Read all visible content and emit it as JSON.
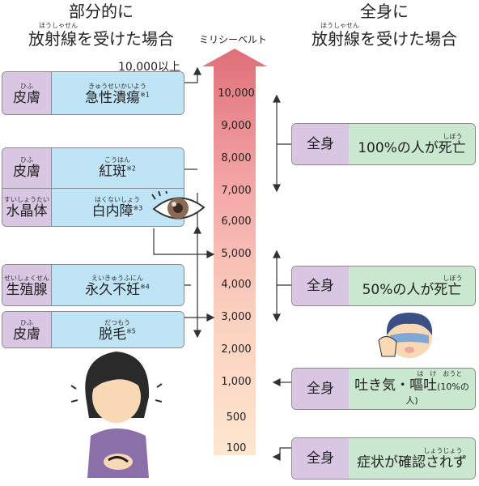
{
  "headings": {
    "left": {
      "ruby": "ほうしゃせん",
      "line1": "部分的に",
      "line2": "放射線を受けた場合"
    },
    "right": {
      "ruby": "ほうしゃせん",
      "line1": "全身に",
      "line2": "放射線を受けた場合"
    }
  },
  "unit_label": "ミリシーベルト",
  "top_label": "10,000以上",
  "scale": {
    "ticks": [
      "10,000",
      "9,000",
      "8,000",
      "7,000",
      "6,000",
      "5,000",
      "4,000",
      "3,000",
      "2,000",
      "1,000",
      "500",
      "100"
    ],
    "colors": {
      "top": "#e06f78",
      "bottom": "#fde6cf"
    }
  },
  "partial": [
    {
      "label": "皮膚",
      "label_ruby": "ひふ",
      "text": "急性潰瘍",
      "text_ruby": "きゅうせいかいよう",
      "note": "※1"
    },
    {
      "label": "皮膚",
      "label_ruby": "ひふ",
      "text": "紅斑",
      "text_ruby": "こうはん",
      "note": "※2"
    },
    {
      "label": "水晶体",
      "label_ruby": "すいしょうたい",
      "text": "白内障",
      "text_ruby": "はくないしょう",
      "note": "※3"
    },
    {
      "label": "生殖腺",
      "label_ruby": "せいしょくせん",
      "text": "永久不妊",
      "text_ruby": "えいきゅうふにん",
      "note": "※4"
    },
    {
      "label": "皮膚",
      "label_ruby": "ひふ",
      "text": "脱毛",
      "text_ruby": "だつもう",
      "note": "※5"
    }
  ],
  "whole": [
    {
      "label": "全身",
      "text": "100%の人が死亡",
      "text_ruby": "しぼう"
    },
    {
      "label": "全身",
      "text": "50%の人が死亡",
      "text_ruby": "しぼう"
    },
    {
      "label": "全身",
      "text": "吐き気・嘔吐",
      "text_ruby": "は　け　おうと",
      "note": "(10%の人)"
    },
    {
      "label": "全身",
      "text": "症状が確認されず",
      "text_ruby": "しょうじょう"
    }
  ],
  "colors": {
    "label_bg": "#d9c6e2",
    "partial_bg": "#bfe4f5",
    "whole_bg": "#c9e8cf",
    "border": "#8a8a8a"
  }
}
